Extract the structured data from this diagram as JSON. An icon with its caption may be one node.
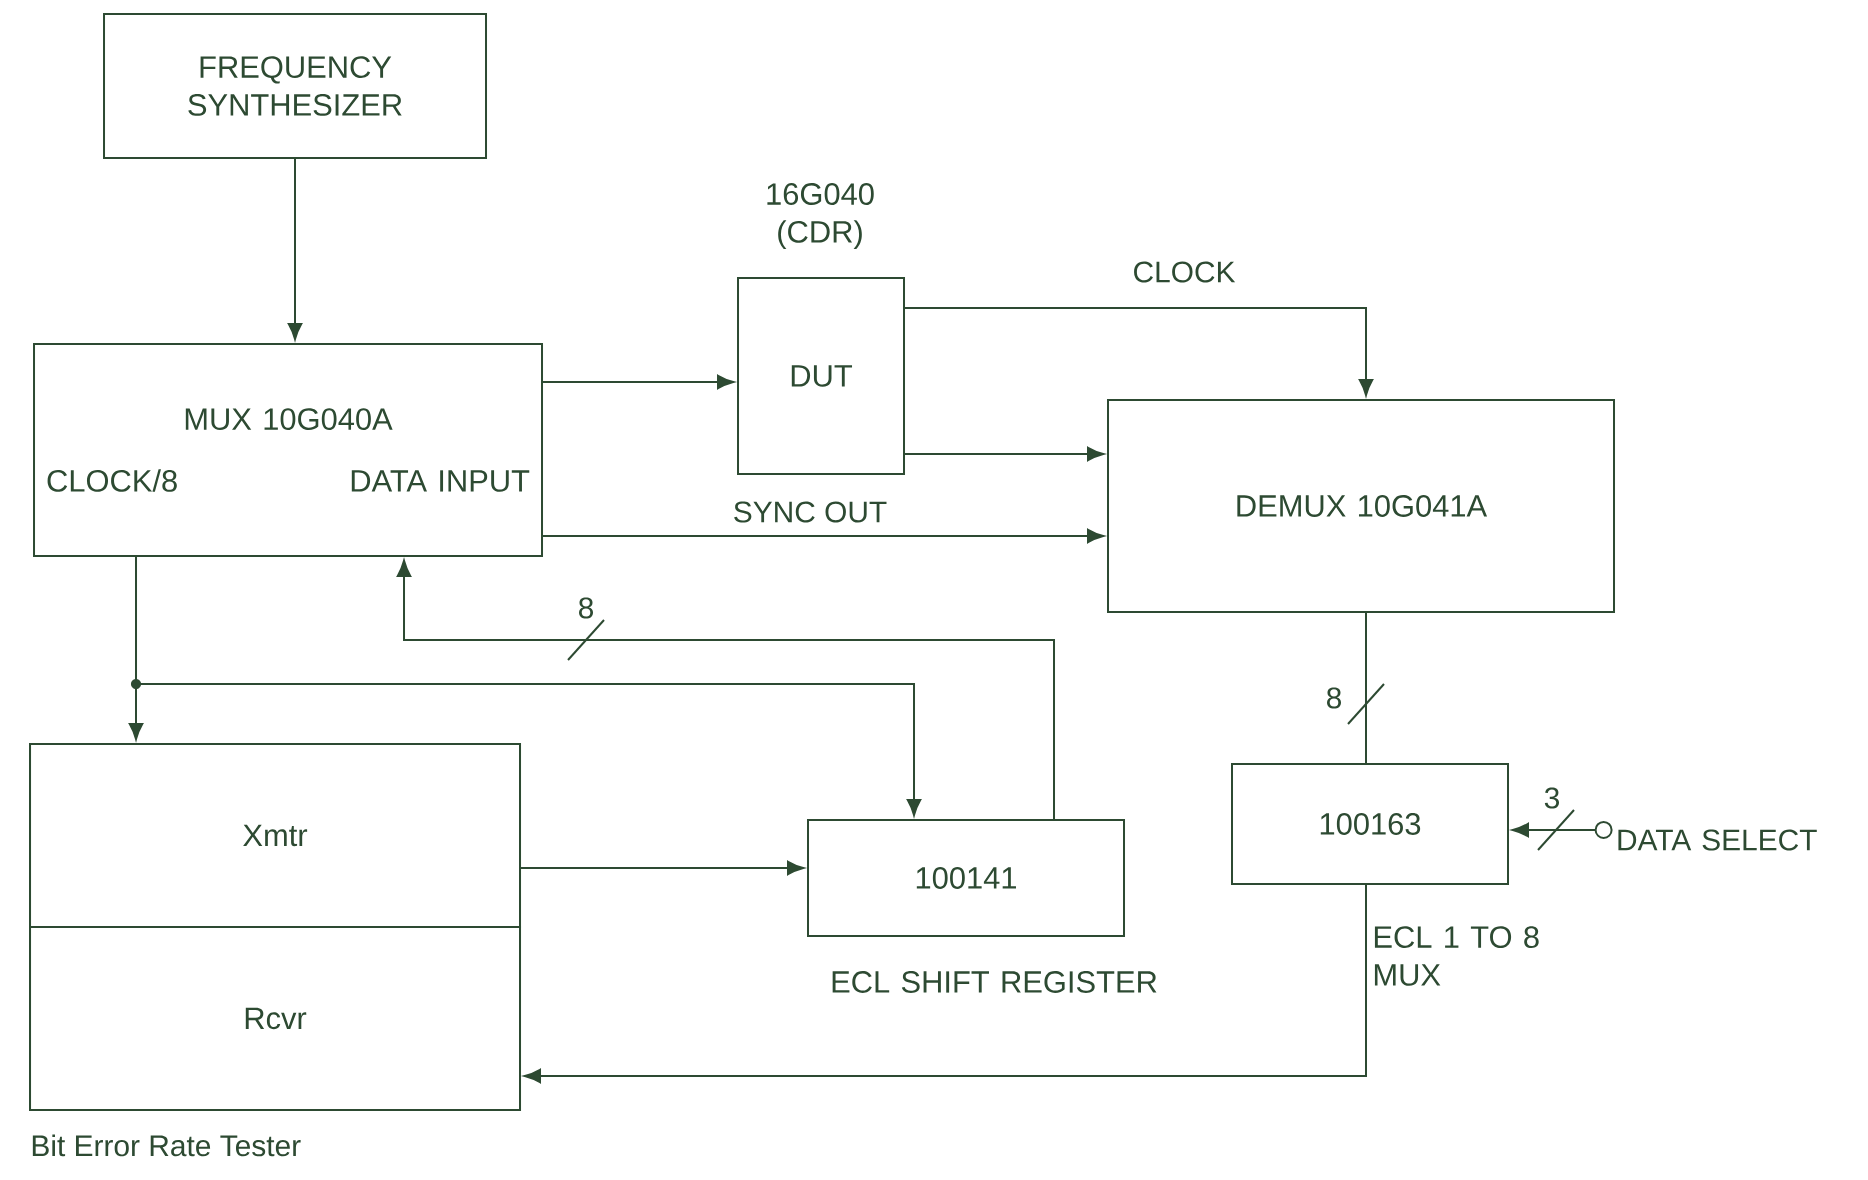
{
  "diagram": {
    "nodes": [
      {
        "text": [
          "FREQUENCY SYNTHESIZER"
        ]
      },
      {
        "text": [
          "MUX 10G040A",
          "CLOCK/8",
          "DATA INPUT"
        ]
      },
      {
        "text": [
          "DUT"
        ],
        "beside": [
          "16G040 (CDR)"
        ]
      },
      {
        "text": [
          "DEMUX 10G041A"
        ]
      },
      {
        "text": [
          "Bit Error Rate Tester"
        ]
      },
      {
        "text": [
          "Xmtr"
        ],
        "in": 4
      },
      {
        "text": [
          "Rcvr"
        ],
        "in": 4
      },
      {
        "text": [
          "100141"
        ],
        "beside": [
          "ECL SHIFT REGISTER"
        ]
      },
      {
        "text": [
          "100163"
        ],
        "beside": [
          "ECL 1 TO 8 MUX"
        ]
      },
      {
        "text": [
          "DATA SELECT"
        ]
      }
    ],
    "edges": [
      {
        "from": 0,
        "to": 1,
        "arrow": "to"
      },
      {
        "from": 1,
        "to": 2,
        "arrow": "to"
      },
      {
        "from": 2,
        "to": 3,
        "arrow": "to",
        "label": "CLOCK"
      },
      {
        "from": 2,
        "to": 3,
        "arrow": "to"
      },
      {
        "from": 1,
        "to": 3,
        "arrow": "to",
        "label": "SYNC OUT"
      },
      {
        "from": 1,
        "to": 4,
        "arrow": "to"
      },
      {
        "from": 1,
        "to": 7,
        "arrow": "to"
      },
      {
        "from": 7,
        "to": 1,
        "arrow": "to",
        "label": "8"
      },
      {
        "from": 5,
        "to": 7,
        "arrow": "to"
      },
      {
        "from": 3,
        "to": 8,
        "arrow": "none",
        "label": "8"
      },
      {
        "from": 8,
        "to": 6,
        "arrow": "to"
      },
      {
        "from": 9,
        "to": 8,
        "arrow": "to",
        "label": "3"
      }
    ]
  }
}
